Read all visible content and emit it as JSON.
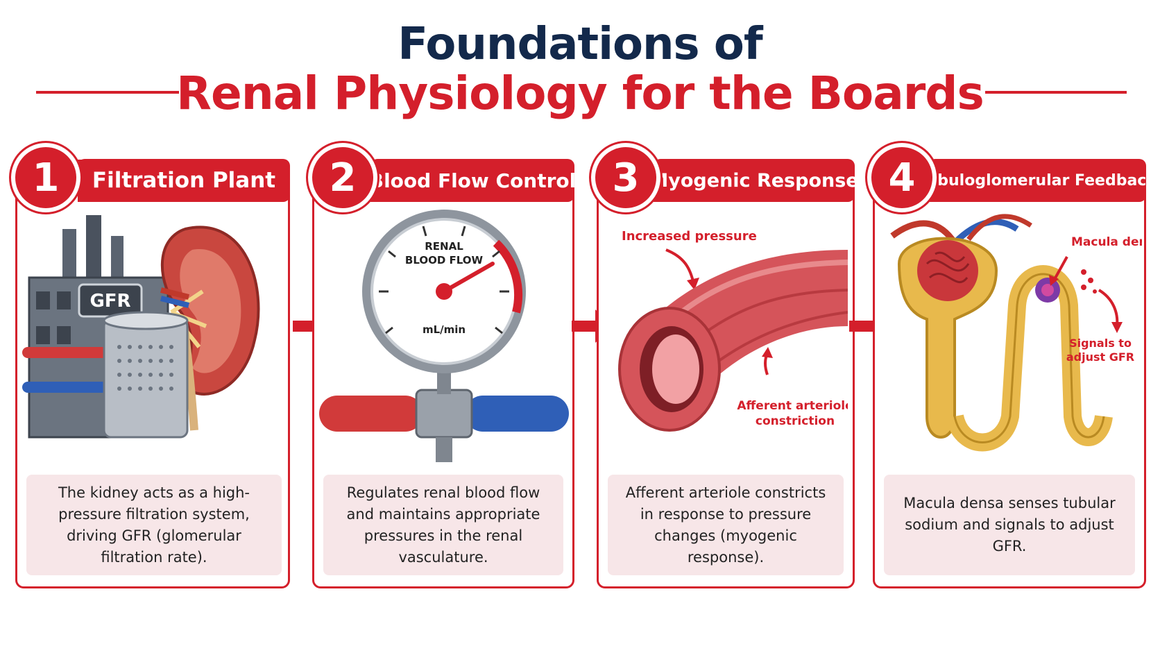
{
  "title": {
    "line1": "Foundations of",
    "line2": "Renal Physiology for the Boards"
  },
  "colors": {
    "accent": "#d41f2b",
    "navy": "#13294b",
    "panel": "#f7e6e8"
  },
  "steps": [
    {
      "number": "1",
      "heading": "Filtration Plant",
      "badge": "GFR",
      "description": "The kidney acts as a high-pressure filtration system, driving GFR (glomerular filtration rate).",
      "icon": "kidney-factory-icon"
    },
    {
      "number": "2",
      "heading": "Blood Flow Control",
      "gauge_line1": "RENAL",
      "gauge_line2": "BLOOD FLOW",
      "gauge_unit": "mL/min",
      "description": "Regulates renal blood flow and maintains appropriate pressures in the renal vasculature.",
      "icon": "pressure-gauge-icon"
    },
    {
      "number": "3",
      "heading": "Myogenic Response",
      "label_top": "Increased pressure",
      "label_bottom_1": "Afferent arteriole",
      "label_bottom_2": "constriction",
      "description": "Afferent arteriole constricts in response to pressure changes (myogenic response).",
      "icon": "arteriole-icon"
    },
    {
      "number": "4",
      "heading": "Tubuloglomerular Feedback",
      "label_top": "Macula densa",
      "label_side_1": "Signals to",
      "label_side_2": "adjust GFR",
      "description": "Macula densa senses tubular sodium and signals to adjust GFR.",
      "icon": "nephron-icon"
    }
  ]
}
